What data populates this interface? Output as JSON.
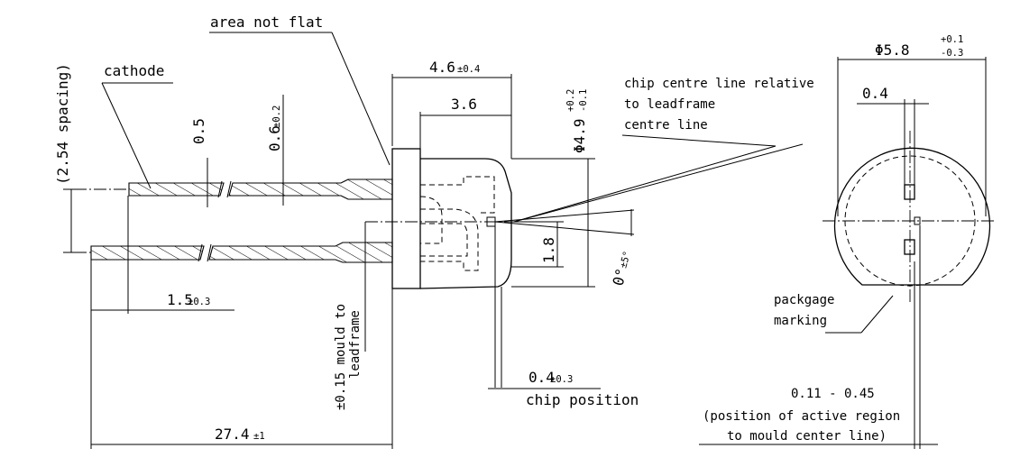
{
  "labels": {
    "area_not_flat": "area not flat",
    "cathode": "cathode",
    "spacing": "(2.54 spacing)",
    "dim_0_5": "0.5",
    "dim_0_6": "0.6",
    "tol_0_6": "±0.2",
    "dim_4_6": "4.6",
    "tol_4_6": "±0.4",
    "dim_3_6": "3.6",
    "dia_4_9": "Φ4.9",
    "tol_4_9_plus": "+0.2",
    "tol_4_9_minus": "-0.1",
    "dim_1_8": "1.8",
    "angle": "0°",
    "angle_tol": "±5°",
    "dim_1_5": "1.5",
    "tol_1_5": "±0.3",
    "mould_1": "±0.15 mould to",
    "mould_2": "leadframe",
    "dim_0_4_pos": "0.4",
    "tol_0_4_pos": "±0.3",
    "chip_position": "chip position",
    "dim_27_4": "27.4",
    "tol_27_4": "±1",
    "chip_centre_1": "chip centre line relative",
    "chip_centre_2": "to leadframe",
    "chip_centre_3": "centre line",
    "dia_5_8": "Φ5.8",
    "tol_5_8_plus": "+0.1",
    "tol_5_8_minus": "-0.3",
    "dim_0_4": "0.4",
    "package_1": "packgage",
    "package_2": "marking",
    "active_1": "0.11 - 0.45",
    "active_2": "(position of active region",
    "active_3": "to mould center line)"
  }
}
